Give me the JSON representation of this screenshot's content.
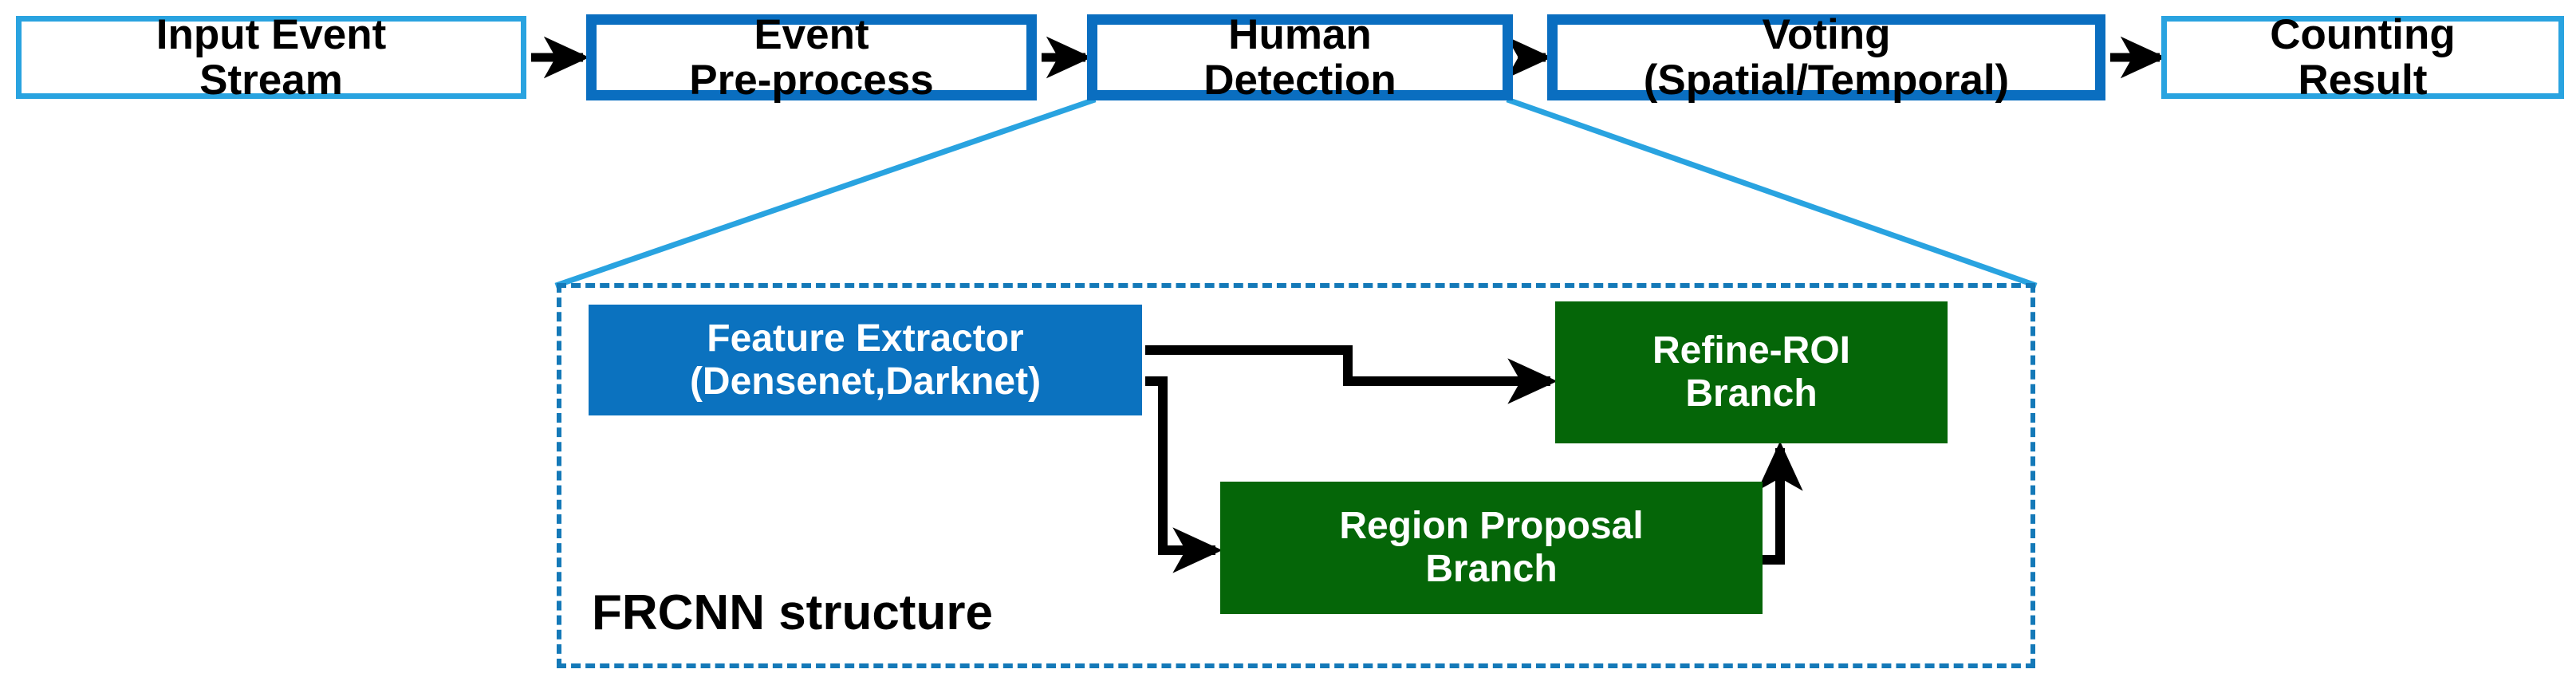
{
  "diagram": {
    "title": "Event-based human counting pipeline with FRCNN detector",
    "colors": {
      "light_blue_border": "#29A3E0",
      "dark_blue_border": "#0A6EC0",
      "blue_fill": "#0B72BF",
      "green_fill": "#056608",
      "dashed_panel": "#1479B8",
      "arrow": "#000000",
      "callout_line": "#29A3E0"
    },
    "pipeline": {
      "stages": [
        {
          "id": "input-event-stream",
          "lines": [
            "Input Event",
            "Stream"
          ],
          "style": "thin"
        },
        {
          "id": "event-pre-process",
          "lines": [
            "Event",
            "Pre-process"
          ],
          "style": "thick"
        },
        {
          "id": "human-detection",
          "lines": [
            "Human",
            "Detection"
          ],
          "style": "thick"
        },
        {
          "id": "voting",
          "lines": [
            "Voting",
            "(Spatial/Temporal)"
          ],
          "style": "thick"
        },
        {
          "id": "counting-result",
          "lines": [
            "Counting",
            "Result"
          ],
          "style": "thin"
        }
      ],
      "arrow_count": 4
    },
    "detail_panel": {
      "label": "FRCNN structure",
      "expanded_from": "Human Detection",
      "modules": [
        {
          "id": "feature-extractor",
          "lines": [
            "Feature Extractor",
            "(Densenet,Darknet)"
          ],
          "fill": "blue"
        },
        {
          "id": "refine-roi-branch",
          "lines": [
            "Refine-ROI",
            "Branch"
          ],
          "fill": "green"
        },
        {
          "id": "region-proposal-branch",
          "lines": [
            "Region Proposal",
            "Branch"
          ],
          "fill": "green"
        }
      ],
      "connections": [
        {
          "from": "feature-extractor",
          "to": "refine-roi-branch"
        },
        {
          "from": "feature-extractor",
          "to": "region-proposal-branch"
        },
        {
          "from": "region-proposal-branch",
          "to": "refine-roi-branch"
        }
      ]
    }
  }
}
